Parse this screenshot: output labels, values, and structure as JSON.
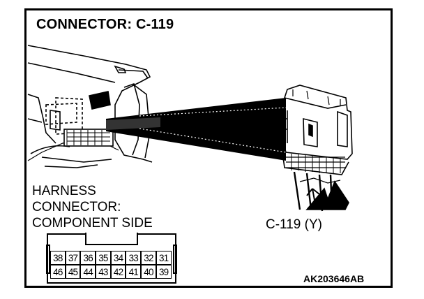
{
  "diagram": {
    "title": "CONNECTOR: C-119",
    "harness_label": [
      "HARNESS",
      "CONNECTOR:",
      "COMPONENT SIDE"
    ],
    "connector_label": "C-119 (Y)",
    "figure_code": "AK203646AB",
    "pin_rows": [
      [
        "38",
        "37",
        "36",
        "35",
        "34",
        "33",
        "32",
        "31"
      ],
      [
        "46",
        "45",
        "44",
        "43",
        "42",
        "41",
        "40",
        "39"
      ]
    ]
  }
}
